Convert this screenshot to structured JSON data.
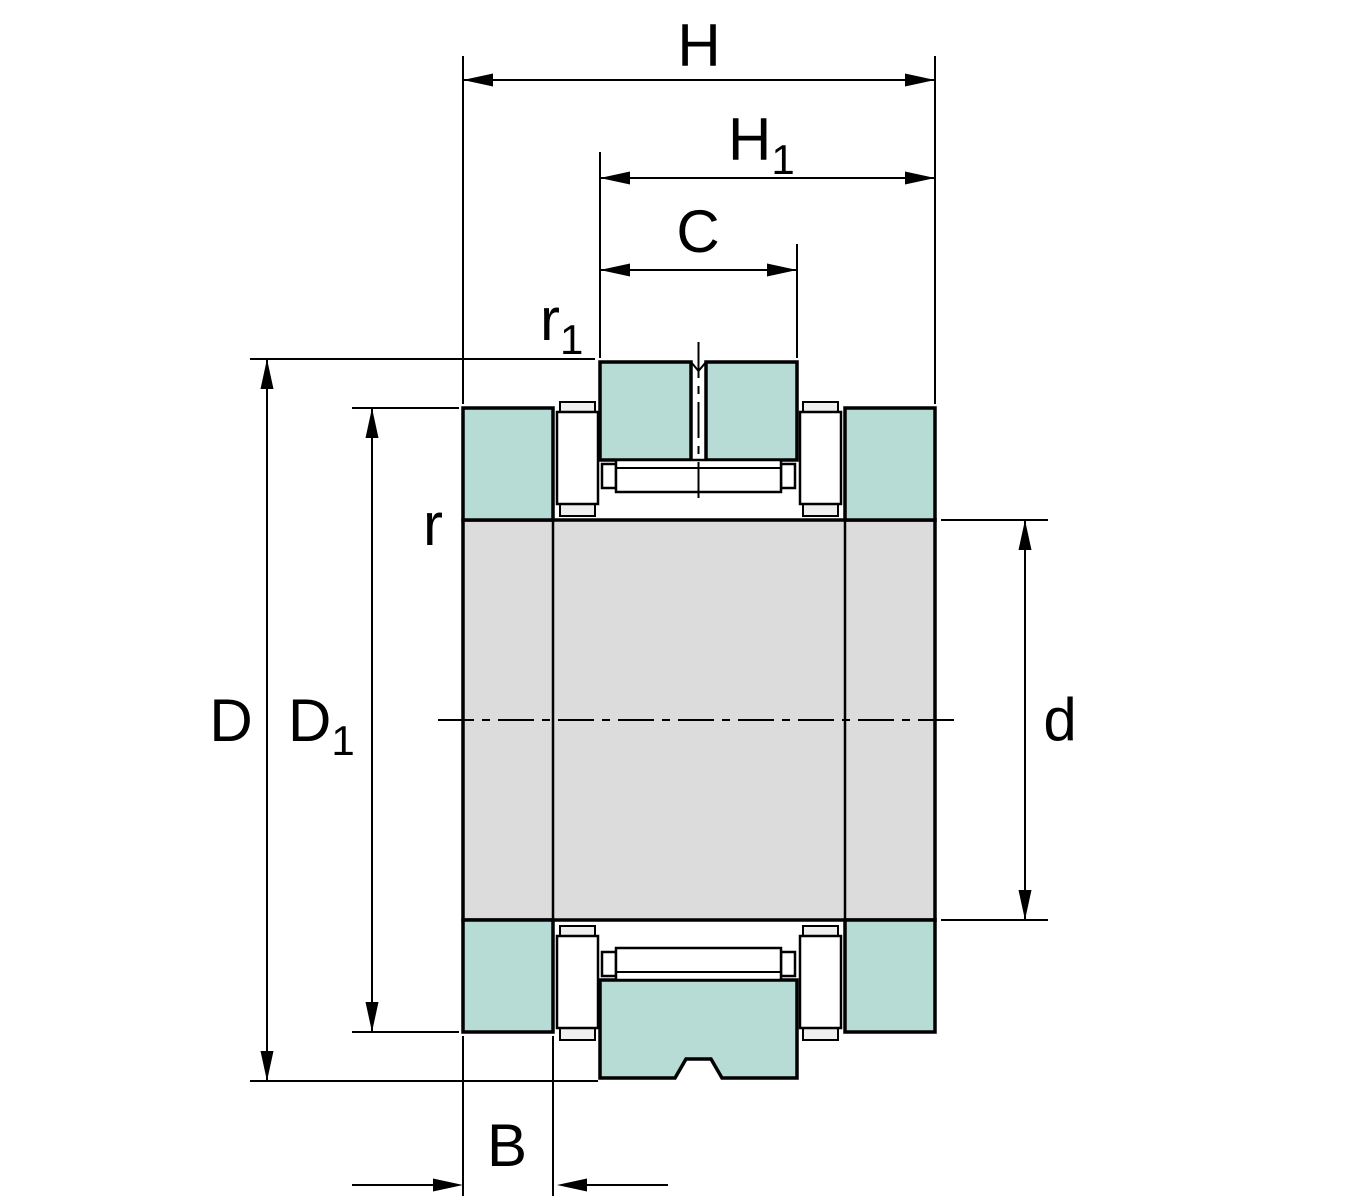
{
  "labels": {
    "H": "H",
    "H1": {
      "base": "H",
      "sub": "1"
    },
    "C": "C",
    "r1": {
      "base": "r",
      "sub": "1"
    },
    "r": "r",
    "D": "D",
    "D1": {
      "base": "D",
      "sub": "1"
    },
    "d": "d",
    "B": "B"
  },
  "colors": {
    "part": "#b7dbd5",
    "body": "#dcdcdc",
    "line": "#000000",
    "background": "#ffffff"
  }
}
